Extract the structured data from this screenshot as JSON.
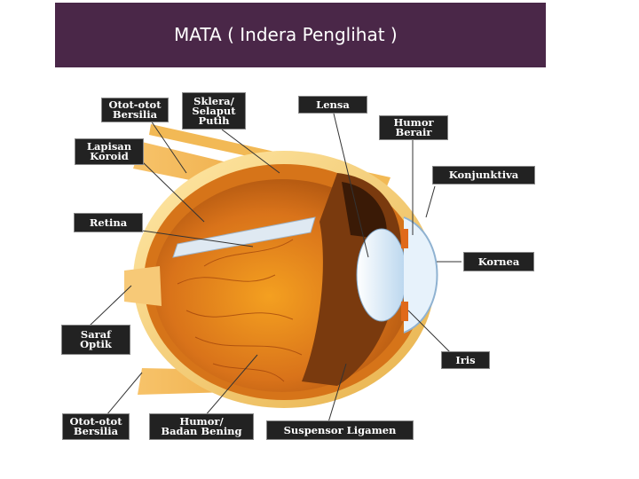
{
  "title": "MATA ( Indera Penglihat )",
  "colors": {
    "header_bg": "#4a2748",
    "label_bg": "#222222",
    "label_text": "#ffffff"
  },
  "labels": {
    "otot_bersilia_top": "Otot-otot\nBersilia",
    "sklera": "Sklera/\nSelaput\nPutih",
    "lensa": "Lensa",
    "humor_berair": "Humor\nBerair",
    "lapisan_koroid": "Lapisan\nKoroid",
    "konjunktiva": "Konjunktiva",
    "retina": "Retina",
    "kornea": "Kornea",
    "saraf_optik": "Saraf\nOptik",
    "iris": "Iris",
    "otot_bersilia_bottom": "Otot-otot\nBersilia",
    "humor_bening": "Humor/\nBadan Bening",
    "suspensor_ligamen": "Suspensor Ligamen"
  }
}
